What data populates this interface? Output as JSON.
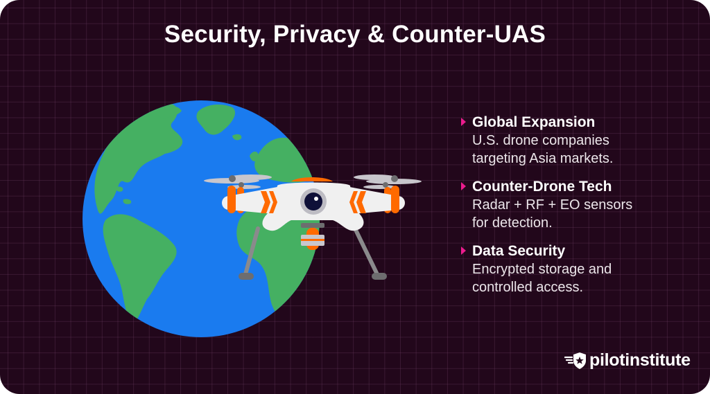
{
  "title": "Security, Privacy & Counter-UAS",
  "bullets": [
    {
      "heading": "Global Expansion",
      "body_line1": "U.S. drone companies",
      "body_line2": "targeting Asia markets."
    },
    {
      "heading": "Counter-Drone Tech",
      "body_line1": "Radar + RF + EO sensors",
      "body_line2": "for detection."
    },
    {
      "heading": "Data Security",
      "body_line1": "Encrypted storage and",
      "body_line2": "controlled access."
    }
  ],
  "illustration": {
    "globe": "globe-icon",
    "drone": "quadcopter-drone-icon"
  },
  "logo": {
    "text": "pilotinstitute",
    "icon": "winged-shield-star-icon"
  },
  "colors": {
    "background": "#22071b",
    "bullet_accent": "#ec1c8e",
    "ocean": "#1a7bef",
    "land": "#45b062",
    "drone_body": "#f0f0f0",
    "drone_accent": "#ff6a00"
  }
}
